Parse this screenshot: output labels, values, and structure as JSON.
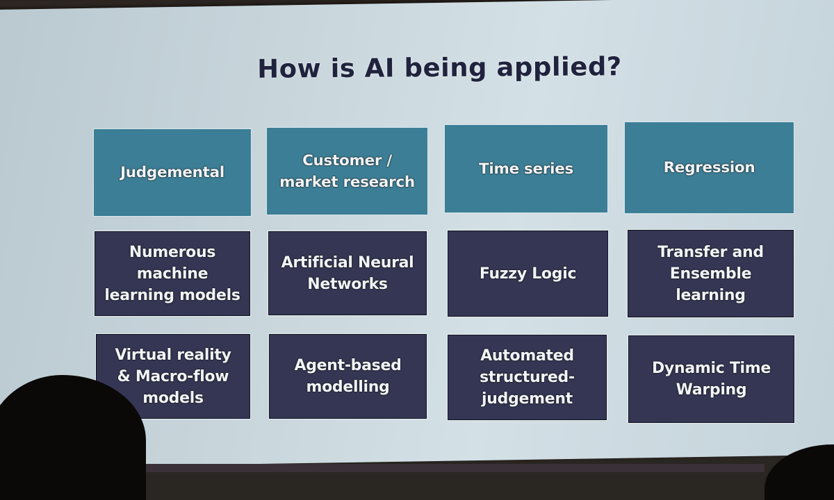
{
  "slide": {
    "title": "How is AI being applied?",
    "rows": [
      {
        "style": "teal",
        "color": "#3c7e96",
        "items": [
          {
            "label": "Judgemental"
          },
          {
            "label": "Customer /\nmarket research"
          },
          {
            "label": "Time series"
          },
          {
            "label": "Regression"
          }
        ]
      },
      {
        "style": "navy",
        "color": "#343653",
        "items": [
          {
            "label": "Numerous\nmachine\nlearning models"
          },
          {
            "label": "Artificial Neural\nNetworks"
          },
          {
            "label": "Fuzzy Logic"
          },
          {
            "label": "Transfer and\nEnsemble\nlearning"
          }
        ]
      },
      {
        "style": "navy",
        "color": "#343653",
        "items": [
          {
            "label": "Virtual reality\n& Macro-flow\nmodels"
          },
          {
            "label": "Agent-based\nmodelling"
          },
          {
            "label": "Automated\nstructured-\njudgement"
          },
          {
            "label": "Dynamic Time\nWarping"
          }
        ]
      }
    ]
  },
  "colors": {
    "title_text": "#20233d",
    "slide_background": "#c7d5db",
    "teal_tile": "#3c7e96",
    "navy_tile": "#343653"
  }
}
